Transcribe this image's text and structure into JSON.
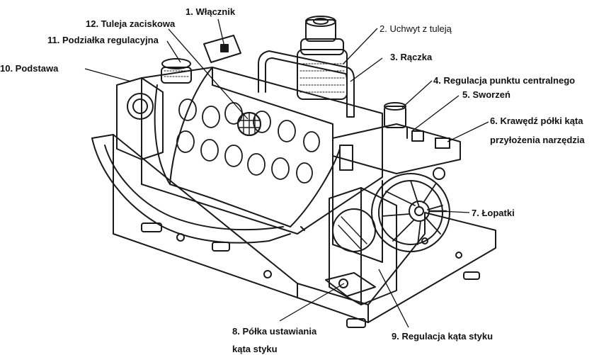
{
  "labels": {
    "l1": "1. Włącznik",
    "l2": "2.  Uchwyt  z  tuleją",
    "l3": "3. Rączka",
    "l4": "4. Regulacja punktu centralnego",
    "l5": "5. Sworzeń",
    "l6a": "6.  Krawędź  półki  kąta",
    "l6b": "przyłożenia narzędzia",
    "l7": "7. Łopatki",
    "l8a": "8.  Półka  ustawiania",
    "l8b": "kąta styku",
    "l9": "9. Regulacja kąta styku",
    "l10": "10. Podstawa",
    "l11": "11. Podziałka regulacyjna",
    "l12": "12. Tuleja zaciskowa"
  }
}
